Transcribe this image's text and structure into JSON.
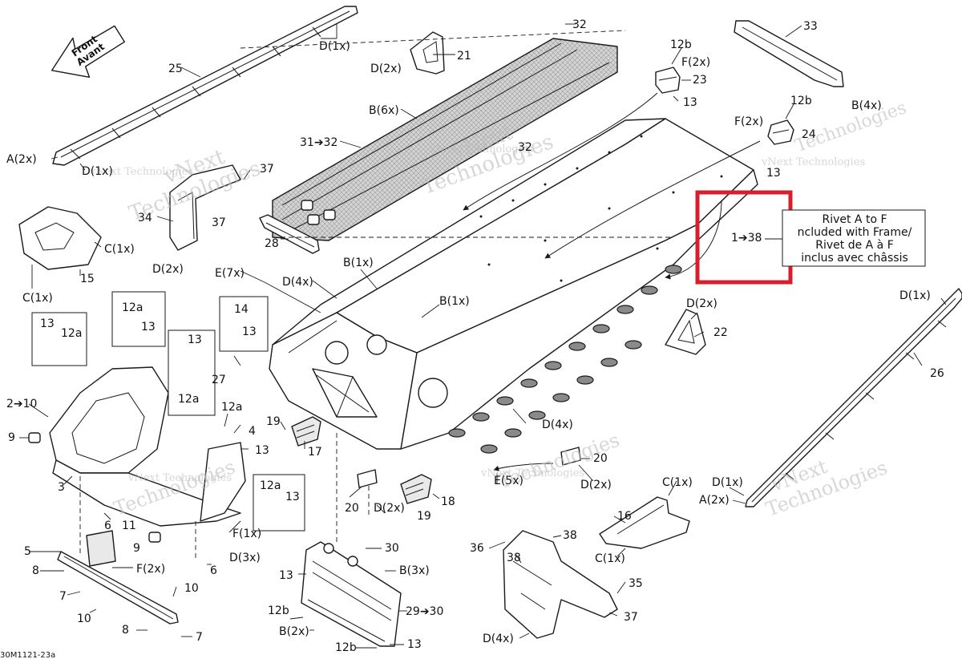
{
  "diagram": {
    "front_arrow": {
      "line1": "Front",
      "line2": "Avant"
    },
    "note": {
      "callout": "1➔38",
      "text_lines": [
        "Rivet A to F",
        "ncluded with Frame/",
        "Rivet de A à F",
        "inclus avec châssis"
      ],
      "highlight_color": "#d81e2c"
    },
    "code": "30M1121-23a",
    "watermark": {
      "line1": "vNext",
      "line2": "Technologies",
      "line3": "vNext Technologies"
    },
    "labels": {
      "l32a": "32",
      "dx1a": "D(1x)",
      "l21": "21",
      "d2x_21": "D(2x)",
      "l25": "25",
      "l12b_a": "12b",
      "f2x_a": "F(2x)",
      "l23": "23",
      "l13_23": "13",
      "l33": "33",
      "b4x": "B(4x)",
      "b6x": "B(6x)",
      "l12b_b": "12b",
      "f2x_b": "F(2x)",
      "l24": "24",
      "l13_24": "13",
      "a2x_a": "A(2x)",
      "d1x_b": "D(1x)",
      "l31_32": "31➔32",
      "l32b": "32",
      "l37a": "37",
      "l34": "34",
      "l37b": "37",
      "l28": "28",
      "c1x_a": "C(1x)",
      "l15": "15",
      "c1x_b": "C(1x)",
      "d2x_34": "D(2x)",
      "e7x": "E(7x)",
      "d4x_a": "D(4x)",
      "b1x_a": "B(1x)",
      "b1x_b": "B(1x)",
      "d2x_22": "D(2x)",
      "l22": "22",
      "d1x_26": "D(1x)",
      "l26": "26",
      "l13_a": "13",
      "l12a_a": "12a",
      "l12a_b": "12a",
      "l13_b": "13",
      "l14": "14",
      "l13_c": "13",
      "l13_d": "13",
      "l12a_c": "12a",
      "l2_10": "2➔10",
      "l9a": "9",
      "l27": "27",
      "l12a_d": "12a",
      "l4": "4",
      "l13_e": "13",
      "l19a": "19",
      "l17": "17",
      "d4x_b": "D(4x)",
      "l20a": "20",
      "d2x_20a": "D(2x)",
      "l20b": "20",
      "d2x_20b": "D(2x)",
      "e5x": "E(5x)",
      "l18": "18",
      "l19b": "19",
      "l12a_e": "12a",
      "l13_f": "13",
      "l3": "3",
      "l6a": "6",
      "l11": "11",
      "f1x": "F(1x)",
      "l9b": "9",
      "d3x": "D(3x)",
      "l5": "5",
      "f2x_c": "F(2x)",
      "l8a": "8",
      "l6b": "6",
      "l7a": "7",
      "l10a": "10",
      "l10b": "10",
      "l8b": "8",
      "l7b": "7",
      "l30": "30",
      "b3x": "B(3x)",
      "l13_g": "13",
      "l12b_c": "12b",
      "b2x": "B(2x)",
      "l29_30": "29➔30",
      "l12b_d": "12b",
      "l13_h": "13",
      "l36": "36",
      "l38a": "38",
      "l38b": "38",
      "l35": "35",
      "l37c": "37",
      "d4x_c": "D(4x)",
      "c1x_c": "C(1x)",
      "l16": "16",
      "c1x_d": "C(1x)",
      "d1x_c": "D(1x)",
      "a2x_b": "A(2x)"
    }
  }
}
